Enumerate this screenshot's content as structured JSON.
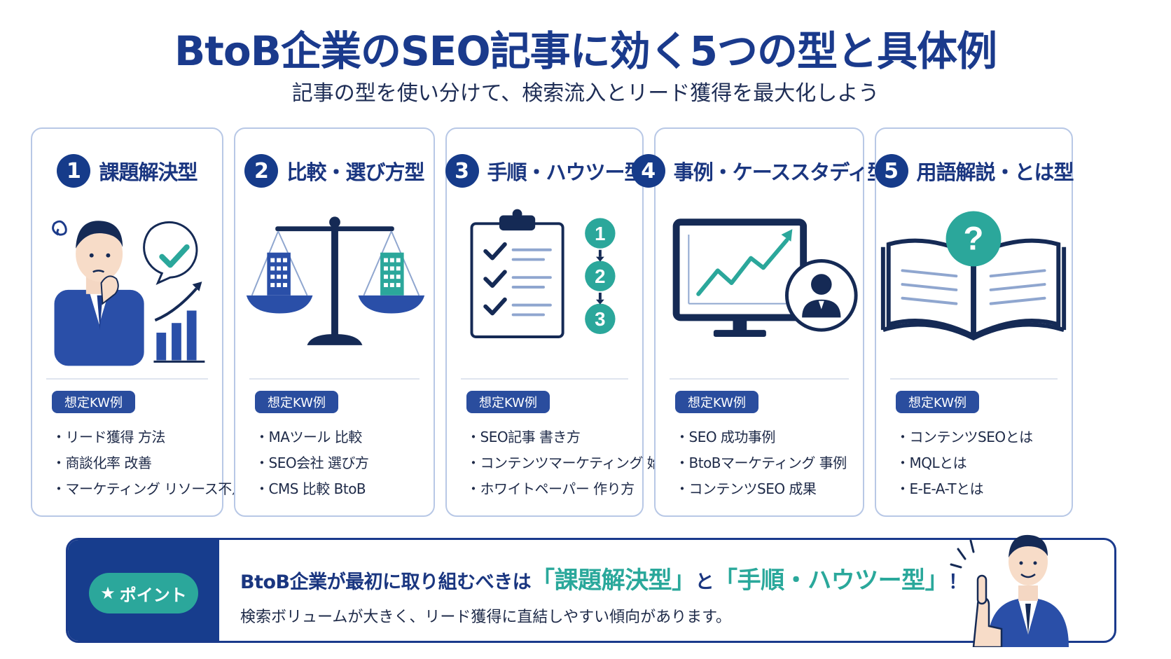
{
  "header": {
    "title": "BtoB企業のSEO記事に効く5つの型と具体例",
    "subtitle": "記事の型を使い分けて、検索流入とリード獲得を最大化しよう"
  },
  "kw_badge_label": "想定KW例",
  "cards": [
    {
      "num": "1",
      "title": "課題解決型",
      "keywords": [
        "リード獲得 方法",
        "商談化率 改善",
        "マーケティング リソース不足"
      ]
    },
    {
      "num": "2",
      "title": "比較・選び方型",
      "keywords": [
        "MAツール 比較",
        "SEO会社 選び方",
        "CMS 比較 BtoB"
      ]
    },
    {
      "num": "3",
      "title": "手順・ハウツー型",
      "keywords": [
        "SEO記事 書き方",
        "コンテンツマーケティング 始め方",
        "ホワイトペーパー 作り方"
      ],
      "steps": [
        "1",
        "2",
        "3"
      ]
    },
    {
      "num": "4",
      "title": "事例・ケーススタディ型",
      "keywords": [
        "SEO 成功事例",
        "BtoBマーケティング 事例",
        "コンテンツSEO 成果"
      ]
    },
    {
      "num": "5",
      "title": "用語解説・とは型",
      "keywords": [
        "コンテンツSEOとは",
        "MQLとは",
        "E-E-A-Tとは"
      ],
      "icon_glyph": "?"
    }
  ],
  "point": {
    "badge_star": "★",
    "badge_label": "ポイント",
    "main_prefix": "BtoB企業が最初に取り組むべきは",
    "highlight1": "「課題解決型」",
    "connector": "と",
    "highlight2": "「手順・ハウツー型」",
    "suffix": "！",
    "sub": "検索ボリュームが大きく、リード獲得に直結しやすい傾向があります。"
  },
  "colors": {
    "navy": "#163b8a",
    "teal": "#2ba79b",
    "border": "#b8c8e6"
  },
  "icons": [
    "thinking-person-icon",
    "checkmark-bubble-icon",
    "bar-chart-icon",
    "balance-scale-icon",
    "clipboard-checklist-icon",
    "monitor-chart-icon",
    "person-avatar-icon",
    "open-book-icon",
    "question-mark-icon",
    "pointing-person-icon"
  ]
}
